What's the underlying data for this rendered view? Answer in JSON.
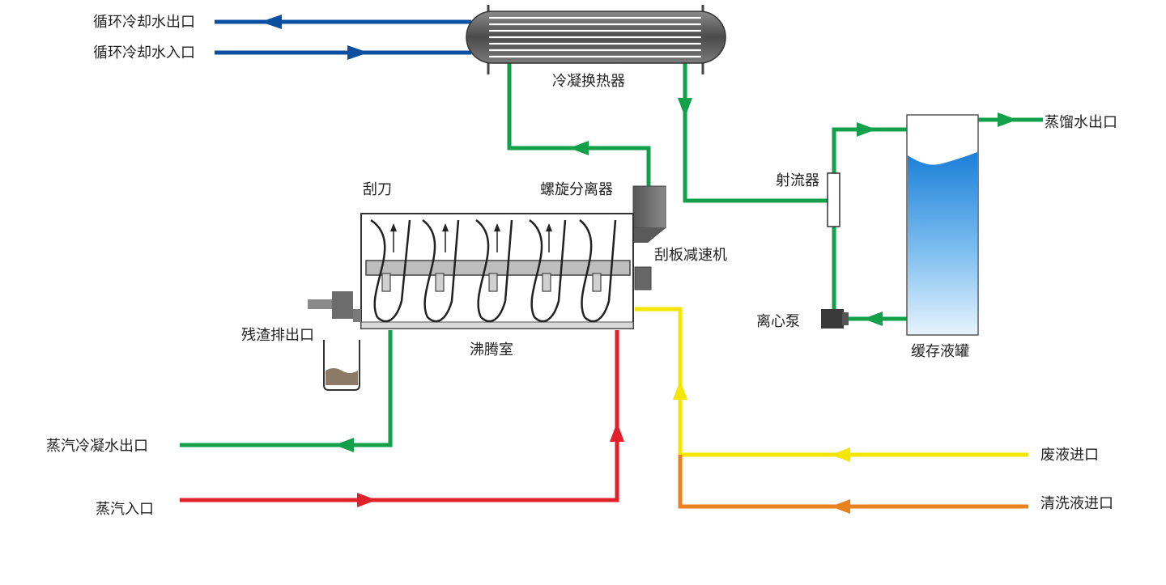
{
  "labels": {
    "cooling_out": "循环冷却水出口",
    "cooling_in": "循环冷却水入口",
    "condenser": "冷凝换热器",
    "distilled_out": "蒸馏水出口",
    "ejector": "射流器",
    "scraper_blade": "刮刀",
    "spiral_separator": "螺旋分离器",
    "scraper_reducer": "刮板减速机",
    "residue_outlet": "残渣排出口",
    "boiling_chamber": "沸腾室",
    "centrifugal_pump": "离心泵",
    "buffer_tank": "缓存液罐",
    "steam_condensate_out": "蒸汽冷凝水出口",
    "steam_in": "蒸汽入口",
    "waste_liquid_in": "废液进口",
    "cleaning_liquid_in": "清洗液进口"
  },
  "colors": {
    "cooling_water": "#0b4fa0",
    "distillate": "#12a04a",
    "steam": "#e1202a",
    "waste_liquid": "#f5e600",
    "cleaning_liquid": "#e8821e",
    "equipment_gray": "#707070",
    "tank_water": "#2a8fe0"
  }
}
